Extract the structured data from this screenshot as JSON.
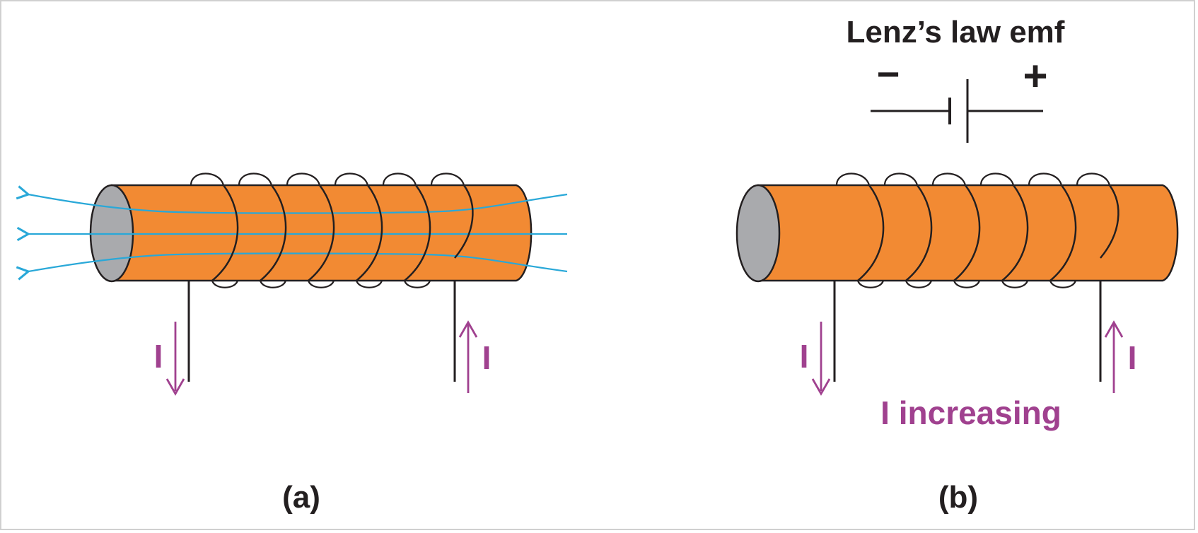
{
  "panel_a": {
    "caption": "(a)",
    "current_left": "I",
    "current_right": "I"
  },
  "panel_b": {
    "caption": "(b)",
    "title": "Lenz’s law emf",
    "minus_sign": "−",
    "plus_sign": "+",
    "current_left": "I",
    "current_right": "I",
    "current_status": "I increasing"
  },
  "colors": {
    "rod": "#f28a33",
    "rod_end": "#a9aaad",
    "field_lines": "#29a8d8",
    "current": "#a0418f",
    "wire": "#231f20"
  }
}
